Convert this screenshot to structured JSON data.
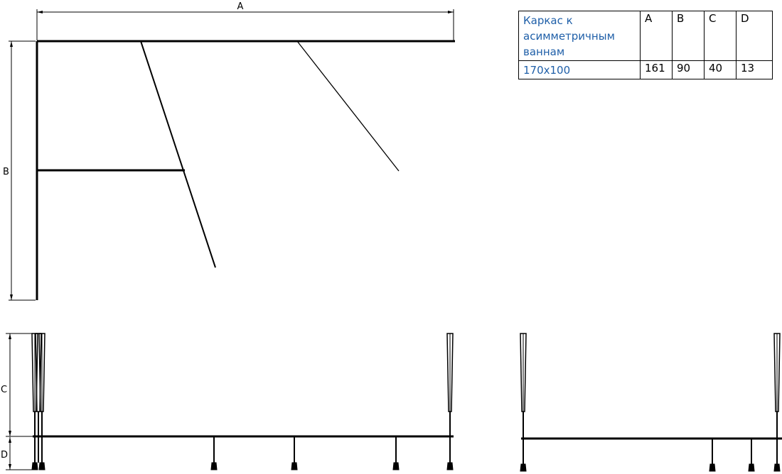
{
  "labels": {
    "dim_a": "A",
    "dim_b": "B",
    "dim_c": "C",
    "dim_d": "D"
  },
  "table": {
    "header_name": "Каркас к асимметричным ваннам",
    "headers": [
      "A",
      "B",
      "C",
      "D"
    ],
    "row_name": "170x100",
    "row_values": [
      "161",
      "90",
      "40",
      "13"
    ]
  },
  "colors": {
    "line": "#000000",
    "table_text_accent": "#1f5fa8"
  }
}
